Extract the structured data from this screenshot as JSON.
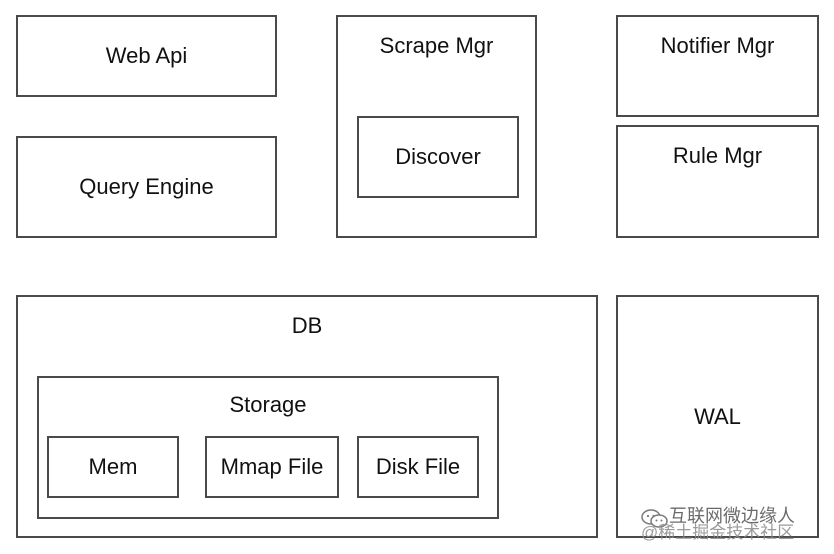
{
  "diagram": {
    "boxes": {
      "web_api": "Web Api",
      "query_engine": "Query Engine",
      "scrape_mgr": "Scrape Mgr",
      "discover": "Discover",
      "notifier_mgr": "Notifier Mgr",
      "rule_mgr": "Rule Mgr",
      "db": "DB",
      "storage": "Storage",
      "mem": "Mem",
      "mmap_file": "Mmap File",
      "disk_file": "Disk File",
      "wal": "WAL"
    },
    "border_color": "#4a4a4a"
  },
  "watermark": {
    "line1": "互联网微边缘人",
    "line2": "@稀土掘金技术社区",
    "icon": "wechat-icon"
  }
}
